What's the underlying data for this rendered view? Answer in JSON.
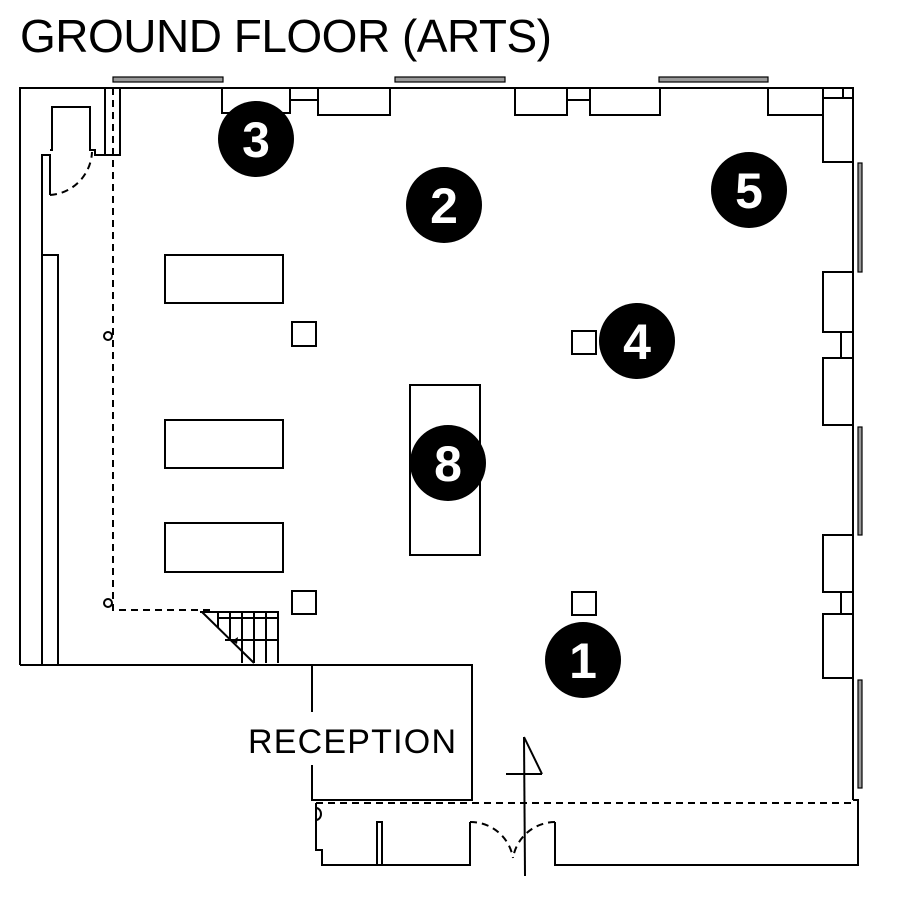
{
  "title": "GROUND FLOOR (ARTS)",
  "rooms": {
    "reception": "RECEPTION"
  },
  "markers": [
    {
      "id": "marker-1",
      "label": "1"
    },
    {
      "id": "marker-2",
      "label": "2"
    },
    {
      "id": "marker-3",
      "label": "3"
    },
    {
      "id": "marker-4",
      "label": "4"
    },
    {
      "id": "marker-5",
      "label": "5"
    },
    {
      "id": "marker-8",
      "label": "8"
    }
  ],
  "colors": {
    "ink": "#000000",
    "background": "#ffffff",
    "window": "#999999"
  }
}
